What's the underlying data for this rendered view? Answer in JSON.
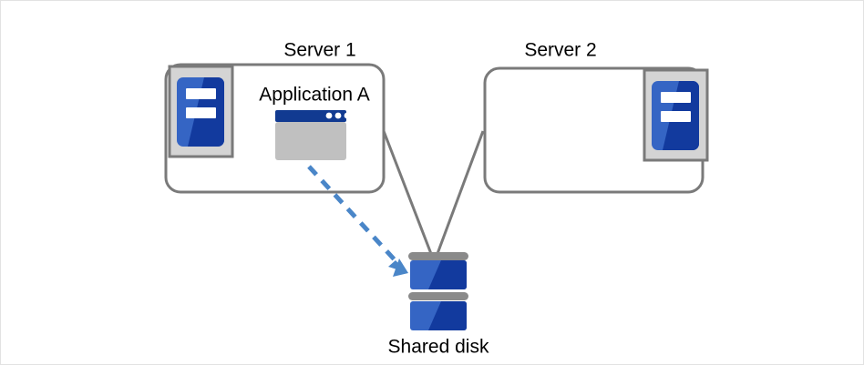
{
  "diagram": {
    "title_text": "",
    "type": "cluster-shared-disk-architecture",
    "colors": {
      "box_border": "#7a7a7a",
      "connector_line": "#7a7a7a",
      "icon_frame_fill": "#d4d4d4",
      "icon_frame_border": "#7a7a7a",
      "server_blue_light": "#3565c4",
      "server_blue_dark": "#123a9e",
      "disk_bar_gray": "#8a8a8a",
      "disk_blue_light": "#3565c4",
      "disk_blue_dark": "#123a9e",
      "window_titlebar": "#113a91",
      "window_body": "#c0c0c0",
      "window_dot": "#ffffff",
      "arrow_blue": "#4a86c8",
      "page_border": "#e2e2e2",
      "text": "#000000"
    },
    "nodes": [
      {
        "id": "server-1",
        "label": "Server 1",
        "icon": "server-icon",
        "icon_position": "top-left",
        "contains": "application-a"
      },
      {
        "id": "server-2",
        "label": "Server 2",
        "icon": "server-icon",
        "icon_position": "top-right",
        "contains": null
      },
      {
        "id": "shared-disk",
        "label": "Shared disk",
        "icon": "disk-stack-icon"
      }
    ],
    "application": {
      "label": "Application A",
      "icon": "app-window-icon",
      "window_dots": 3
    },
    "connectors": [
      {
        "id": "server1-to-disk",
        "from": "server-1",
        "to": "shared-disk",
        "style": "solid"
      },
      {
        "id": "server2-to-disk",
        "from": "server-2",
        "to": "shared-disk",
        "style": "solid"
      },
      {
        "id": "app-to-disk",
        "from": "application-a",
        "to": "shared-disk",
        "style": "dashed",
        "arrow": true
      }
    ]
  }
}
